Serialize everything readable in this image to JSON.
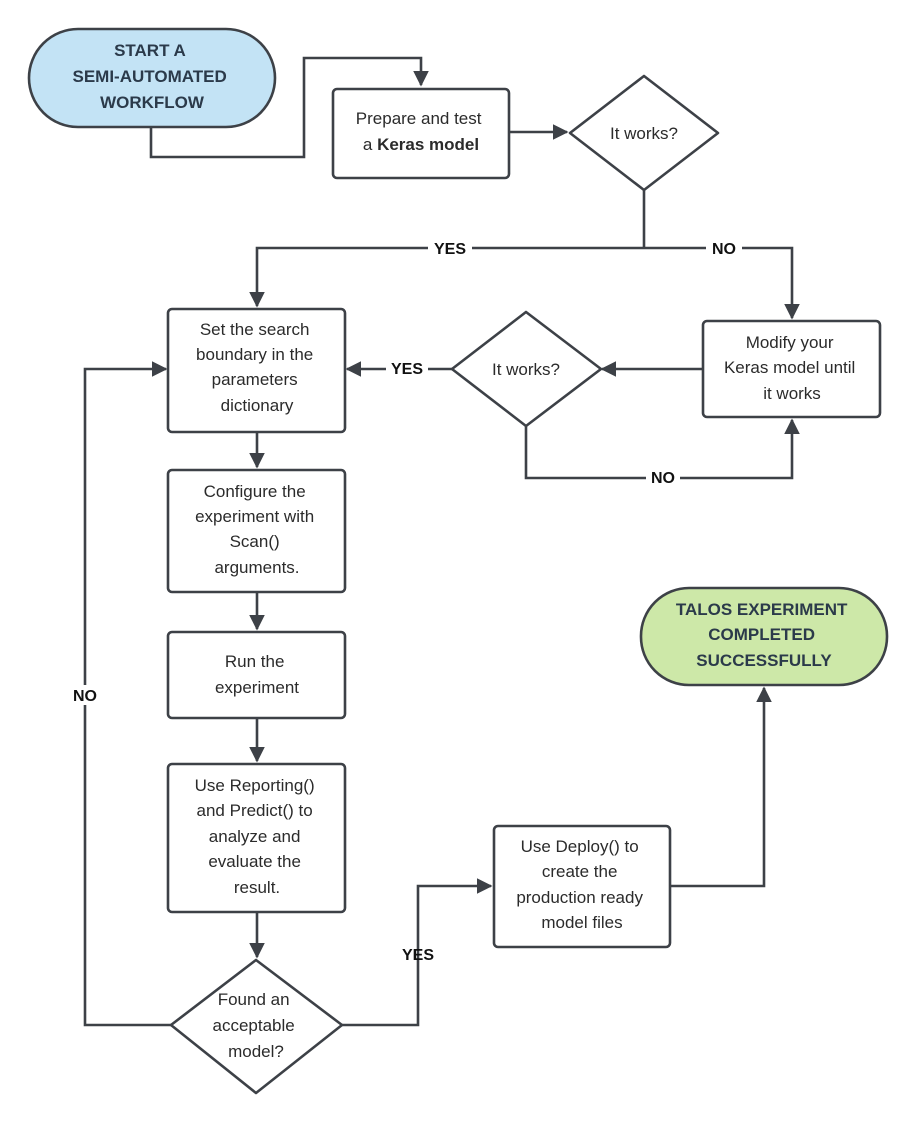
{
  "nodes": {
    "start": {
      "lines": [
        "START A",
        "SEMI-AUTOMATED",
        "WORKFLOW"
      ],
      "fill": "#c3e3f5"
    },
    "prepare": {
      "line1": "Prepare and test",
      "line2_prefix": "a ",
      "line2_bold": "Keras model"
    },
    "works1": {
      "label": "It works?"
    },
    "search": {
      "lines": [
        "Set the search",
        "boundary in the",
        "parameters",
        "dictionary"
      ]
    },
    "modify": {
      "lines": [
        "Modify your",
        "Keras model until",
        "it works"
      ]
    },
    "works2": {
      "label": "It works?"
    },
    "configure": {
      "lines": [
        "Configure the",
        "experiment with",
        "Scan()",
        "arguments."
      ]
    },
    "run": {
      "lines": [
        "Run the",
        "experiment"
      ]
    },
    "reporting": {
      "lines": [
        "Use Reporting()",
        "and Predict() to",
        "analyze and",
        "evaluate the",
        "result."
      ]
    },
    "found": {
      "lines": [
        "Found an",
        "acceptable",
        "model?"
      ]
    },
    "deploy": {
      "lines": [
        "Use Deploy() to",
        "create the",
        "production ready",
        "model files"
      ]
    },
    "end": {
      "lines": [
        "TALOS EXPERIMENT",
        "COMPLETED",
        "SUCCESSFULLY"
      ],
      "fill": "#cde8a8"
    }
  },
  "edge_labels": {
    "yes_top": "YES",
    "no_top": "NO",
    "yes_mid": "YES",
    "no_mid": "NO",
    "no_left": "NO",
    "yes_bottom": "YES"
  },
  "colors": {
    "stroke": "#3d4147",
    "box_fill": "#ffffff"
  }
}
